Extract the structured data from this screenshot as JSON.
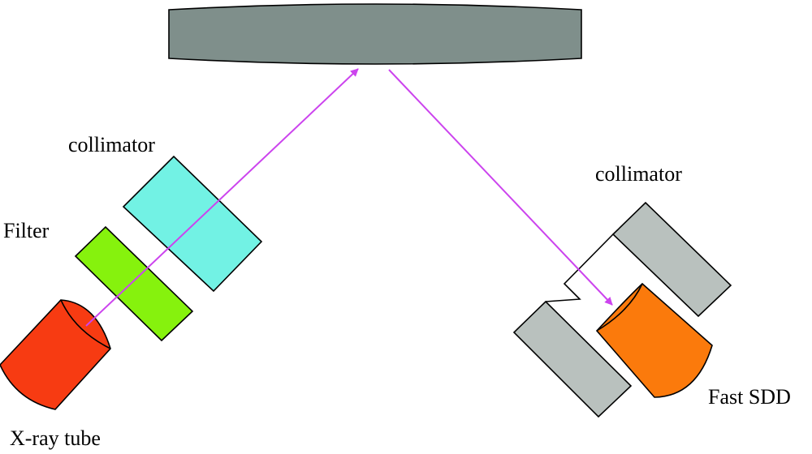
{
  "labels": {
    "collimator_left": "collimator",
    "filter": "Filter",
    "xray_tube": "X-ray tube",
    "collimator_right": "collimator",
    "fast_sdd": "Fast SDD"
  },
  "colors": {
    "sample": "#7f8f8b",
    "collimator_left": "#72f2e4",
    "filter": "#86f20d",
    "xray_tube": "#f73b12",
    "collimator_right": "#b9c1be",
    "detector": "#fb7a0c",
    "beam": "#cc44ee"
  }
}
